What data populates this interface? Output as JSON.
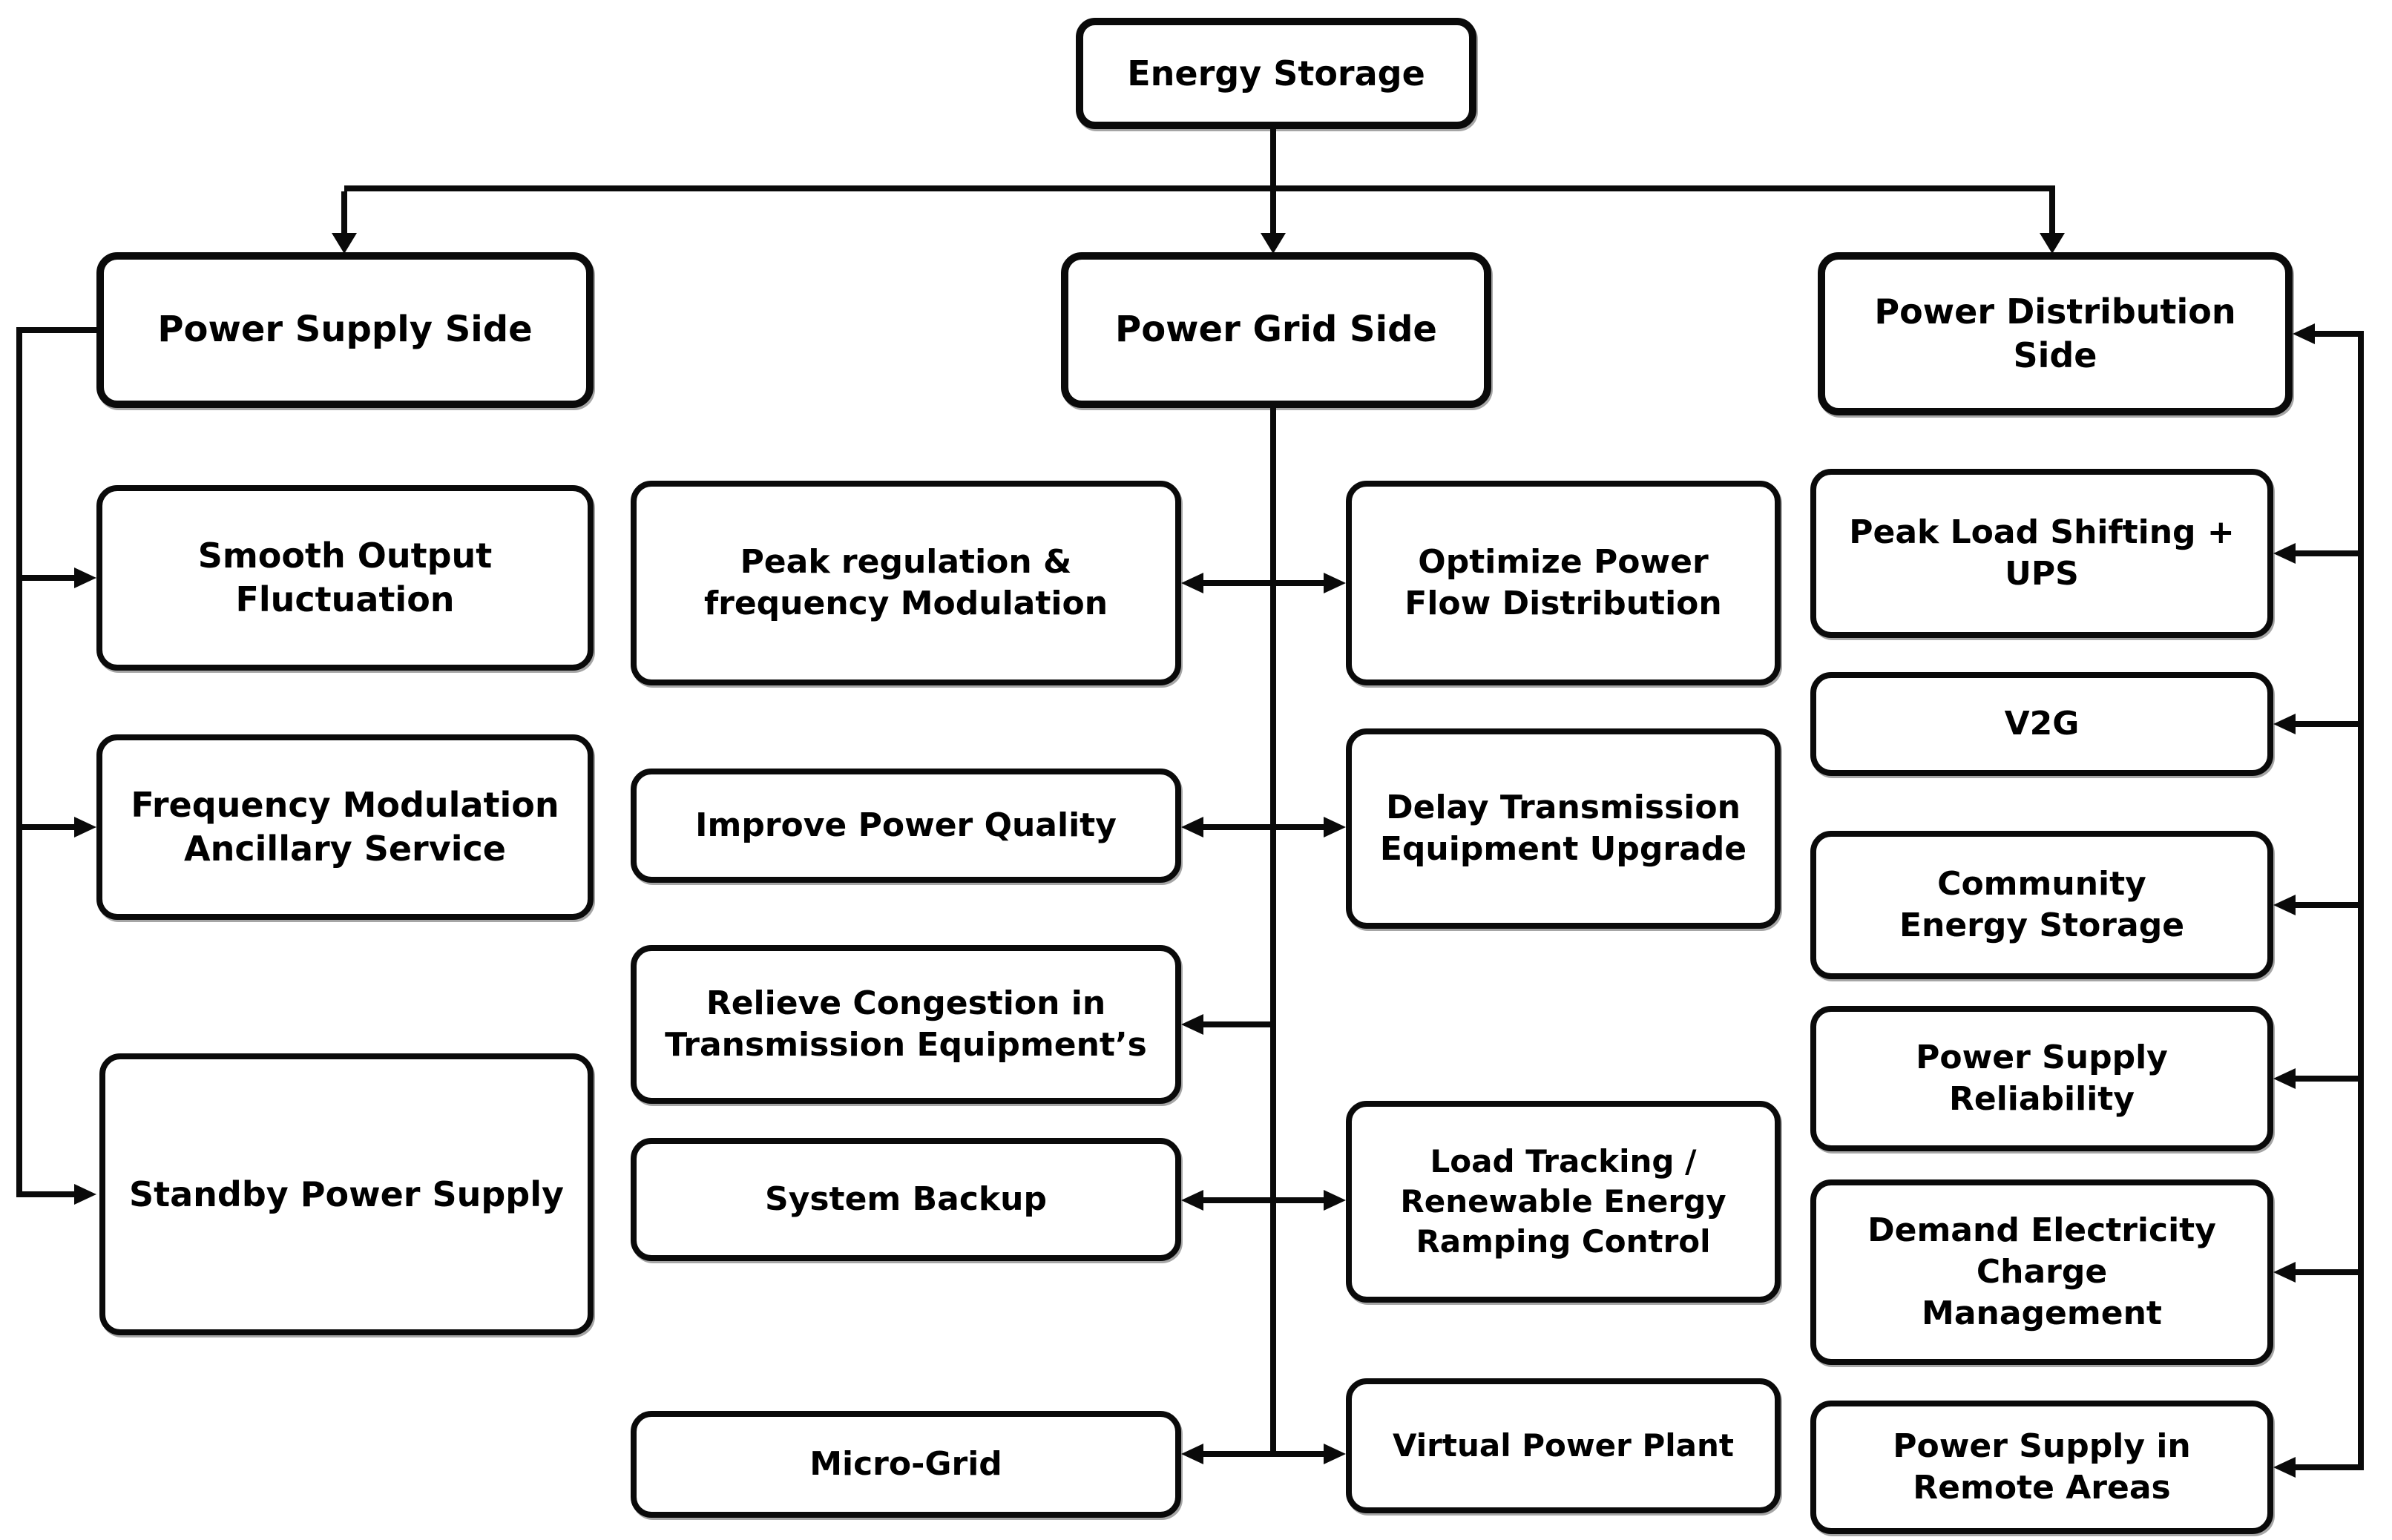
{
  "nodes": {
    "energy_storage": "Energy Storage",
    "power_supply_side": "Power Supply Side",
    "power_grid_side": "Power Grid Side",
    "power_distribution_side": "Power Distribution Side",
    "smooth_output_fluctuation": "Smooth Output Fluctuation",
    "frequency_modulation_ancillary_service": "Frequency Modulation Ancillary Service",
    "standby_power_supply": "Standby Power Supply",
    "peak_regulation_frequency_modulation": "Peak regulation & frequency Modulation",
    "improve_power_quality": "Improve Power Quality",
    "relieve_congestion": "Relieve Congestion in Transmission Equipment’s",
    "system_backup": "System Backup",
    "micro_grid": "Micro-Grid",
    "optimize_power_flow": "Optimize Power Flow Distribution",
    "delay_transmission_upgrade": "Delay Transmission Equipment Upgrade",
    "load_tracking_ramping": "Load Tracking / Renewable Energy Ramping Control",
    "virtual_power_plant": "Virtual Power Plant",
    "peak_load_shifting_ups": "Peak Load Shifting + UPS",
    "v2g": "V2G",
    "community_energy_storage": "Community Energy Storage",
    "power_supply_reliability": "Power Supply Reliability",
    "demand_charge_management": "Demand Electricity Charge Management",
    "power_supply_remote_areas": "Power Supply in Remote Areas"
  },
  "structure": {
    "root": "energy_storage",
    "branches": [
      {
        "header": "power_supply_side",
        "children": [
          "smooth_output_fluctuation",
          "frequency_modulation_ancillary_service",
          "standby_power_supply"
        ]
      },
      {
        "header": "power_grid_side",
        "children_left": [
          "peak_regulation_frequency_modulation",
          "improve_power_quality",
          "relieve_congestion",
          "system_backup",
          "micro_grid"
        ],
        "children_right": [
          "optimize_power_flow",
          "delay_transmission_upgrade",
          "load_tracking_ramping",
          "virtual_power_plant"
        ]
      },
      {
        "header": "power_distribution_side",
        "children": [
          "peak_load_shifting_ups",
          "v2g",
          "community_energy_storage",
          "power_supply_reliability",
          "demand_charge_management",
          "power_supply_remote_areas"
        ]
      }
    ]
  },
  "colors": {
    "line": "#0a0a0a",
    "box_background": "#ffffff",
    "text": "#000000",
    "page_background": "#ffffff"
  }
}
